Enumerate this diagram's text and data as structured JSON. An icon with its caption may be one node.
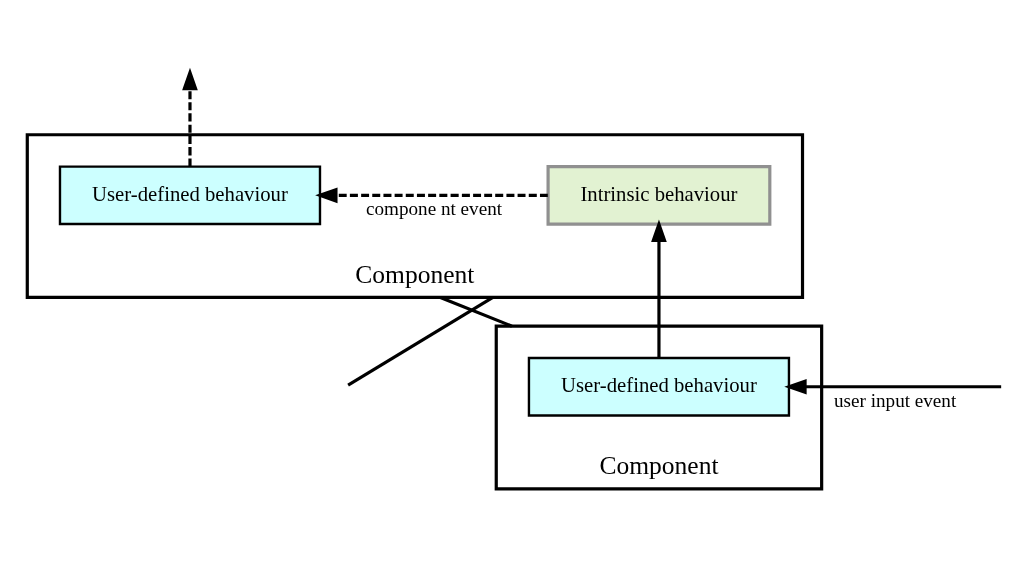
{
  "diagram": {
    "nodes": [
      {
        "text": [
          "Component"
        ]
      },
      {
        "text": [
          "Intrinsic behaviour"
        ],
        "in": 0
      },
      {
        "text": [
          "User-defined behaviour"
        ],
        "in": 0
      },
      {
        "text": [
          "Component"
        ]
      },
      {
        "text": [
          "User-defined behaviour"
        ],
        "in": 3
      }
    ],
    "edges": [
      {
        "from": 1,
        "to": 2,
        "arrow": "to",
        "style": "dashed",
        "label": "compone nt event"
      },
      {
        "from": 2,
        "to": null,
        "arrow": "to",
        "style": "dashed"
      },
      {
        "from": 4,
        "to": 1,
        "arrow": "to"
      },
      {
        "from": null,
        "to": 4,
        "arrow": "to",
        "label": "user input event"
      },
      {
        "from": 0,
        "to": 3,
        "arrow": "none"
      },
      {
        "from": 0,
        "to": null,
        "arrow": "none"
      }
    ]
  }
}
